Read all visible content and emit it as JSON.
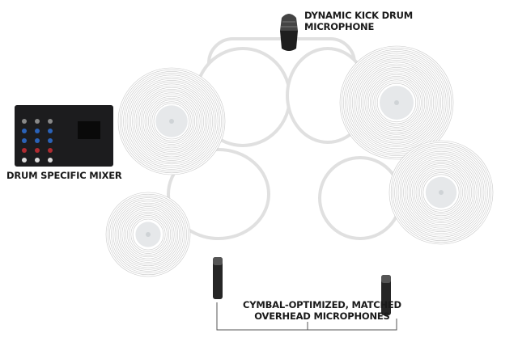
{
  "labels": {
    "kick_mic": [
      "DYNAMIC KICK DRUM",
      "MICROPHONE"
    ],
    "mixer": "DRUM SPECIFIC MIXER",
    "overheads": [
      "CYMBAL-OPTIMIZED, MATCHED",
      "OVERHEAD MICROPHONES"
    ]
  },
  "colors": {
    "drum_outline": "#e2e2e2",
    "cymbal_ring": "#c8c8c8",
    "cymbal_bell": "#e6e8ea",
    "mixer_body": "#1c1c1e",
    "knob_blue": "#2a62b8",
    "knob_red": "#b02a30",
    "mic_body": "#2a2a2a",
    "bracket": "#555555"
  }
}
